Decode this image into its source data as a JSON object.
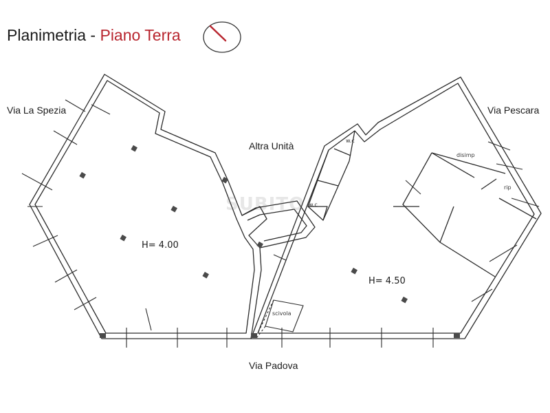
{
  "header": {
    "title_prefix": "Planimetria - ",
    "title_accent": "Piano Terra",
    "accent_color": "#b8262f",
    "compass_icon": "north-arrow-icon"
  },
  "streets": {
    "left": "Via La Spezia",
    "right": "Via Pescara",
    "bottom": "Via Padova",
    "center": "Altra Unità"
  },
  "rooms": {
    "left_height": "H= 4.00",
    "right_height": "H= 4.50",
    "wc_upper": "w.c",
    "wc_lower": "w.c",
    "disimp": "disimp",
    "rip": "rip",
    "scivola": "scivola"
  },
  "watermark": "SUBITO"
}
